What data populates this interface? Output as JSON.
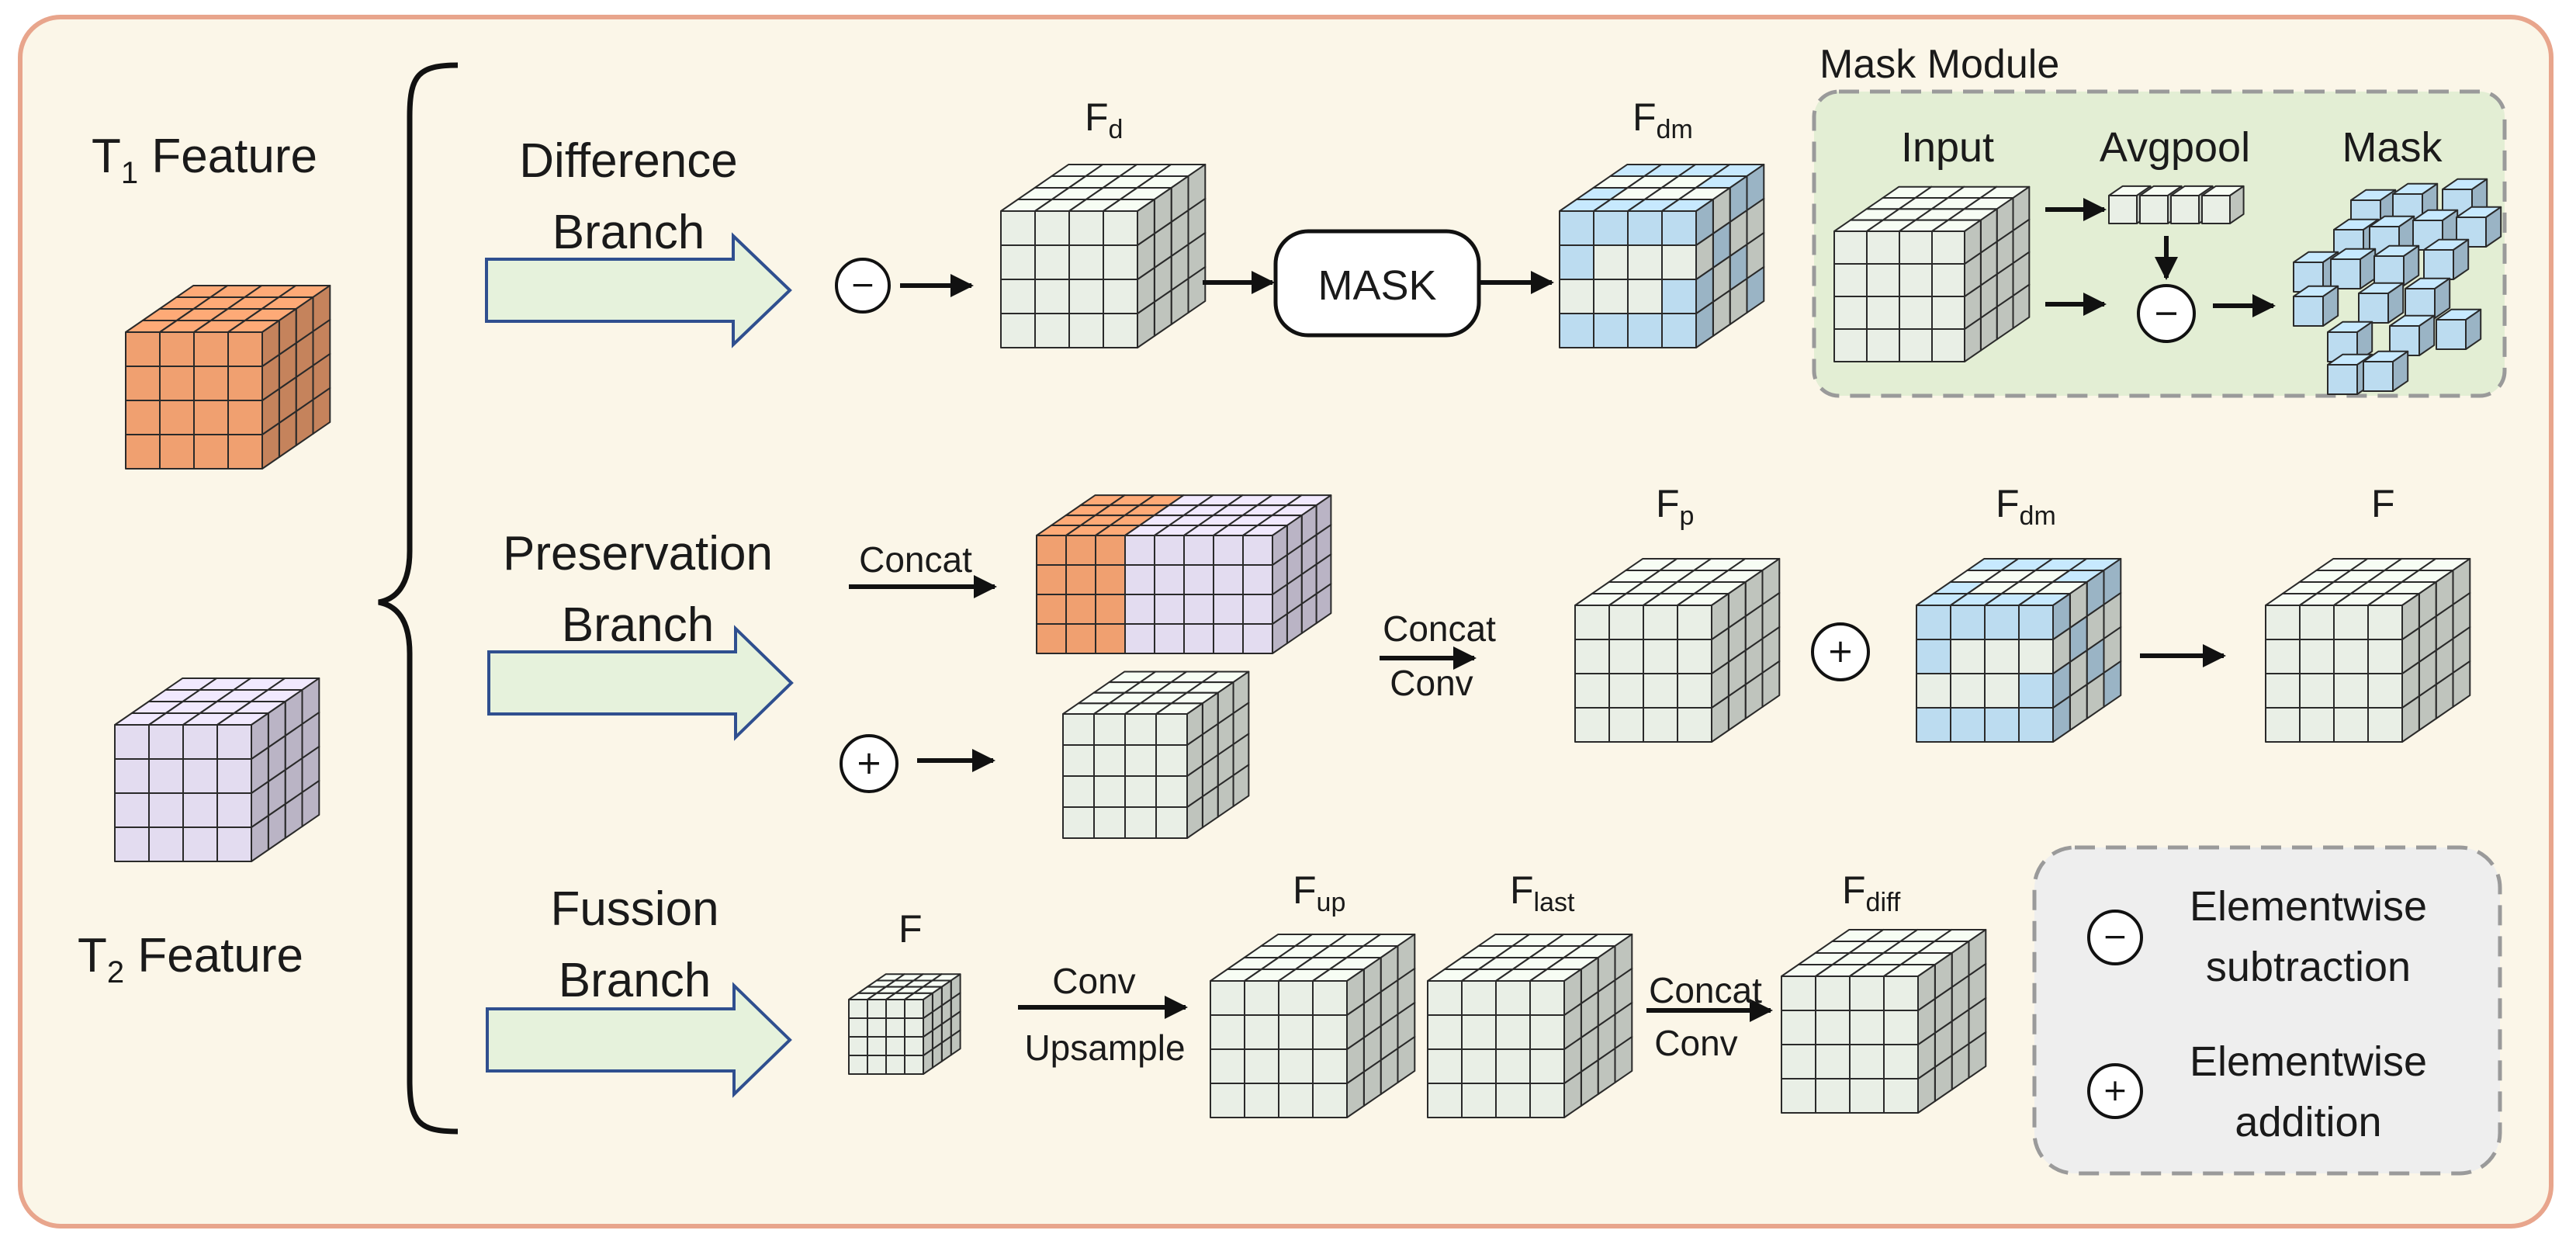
{
  "t1_feature": {
    "main": "T",
    "sub": "1",
    "rest": " Feature"
  },
  "t2_feature": {
    "main": "T",
    "sub": "2",
    "rest": " Feature"
  },
  "branches": {
    "difference": {
      "line1": "Difference",
      "line2": "Branch"
    },
    "preservation": {
      "line1": "Preservation",
      "line2": "Branch"
    },
    "fusion": {
      "line1": "Fussion",
      "line2": "Branch"
    }
  },
  "difference_row": {
    "fd": {
      "main": "F",
      "sub": "d"
    },
    "mask_box": "MASK",
    "fdm": {
      "main": "F",
      "sub": "dm"
    }
  },
  "mask_module": {
    "title": "Mask Module",
    "input": "Input",
    "avgpool": "Avgpool",
    "mask": "Mask"
  },
  "preservation_row": {
    "concat": "Concat",
    "concat_conv_1": "Concat",
    "concat_conv_2": "Conv",
    "fp": {
      "main": "F",
      "sub": "p"
    },
    "fdm": {
      "main": "F",
      "sub": "dm"
    },
    "f": {
      "main": "F"
    }
  },
  "fusion_row": {
    "f": {
      "main": "F"
    },
    "conv": "Conv",
    "upsample": "Upsample",
    "fup": {
      "main": "F",
      "sub": "up"
    },
    "flast": {
      "main": "F",
      "sub": "last"
    },
    "concat": "Concat",
    "conv2": "Conv",
    "fdiff": {
      "main": "F",
      "sub": "diff"
    }
  },
  "legend": {
    "minus_line1": "Elementwise",
    "minus_line2": "subtraction",
    "plus_line1": "Elementwise",
    "plus_line2": "addition"
  },
  "symbols": {
    "minus": "−",
    "plus": "+"
  },
  "colors": {
    "background": "#fbf6e8",
    "frame": "#e8a58c",
    "arrow_fill": "#e6f2dc",
    "arrow_stroke": "#2f4f8f",
    "mask_module_bg": "#e3eed4",
    "legend_bg": "#eeeeee",
    "cube_gray": "#e9efe6",
    "cube_orange": "#f0a070",
    "cube_purple": "#e3dcf0",
    "cube_blue": "#bcdcf0"
  }
}
